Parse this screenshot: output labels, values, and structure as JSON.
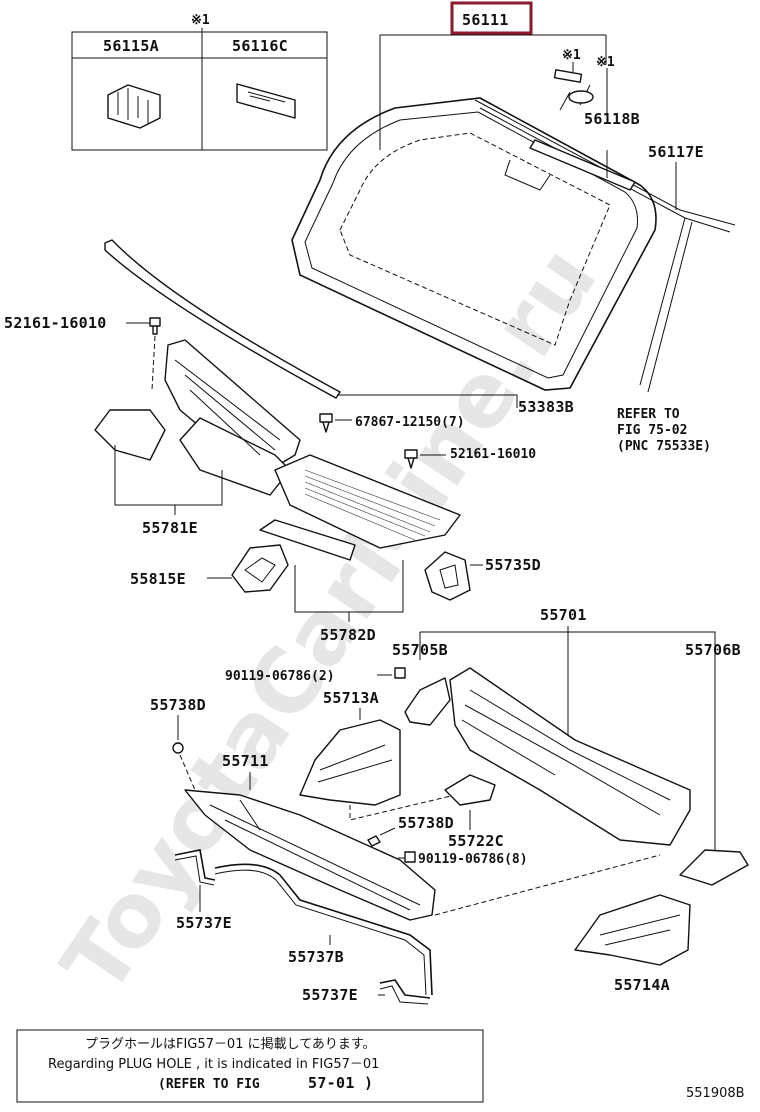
{
  "watermark": "ToyotaCarMine.ru",
  "header_part": {
    "number": "56111",
    "highlight_color": "#8b1a2e"
  },
  "legend_box": {
    "mark": "※1",
    "items": [
      "56115A",
      "56116C"
    ]
  },
  "marks": {
    "m1": "※1",
    "m2": "※1"
  },
  "labels": {
    "p56118B": "56118B",
    "p56117E": "56117E",
    "p52161_a": "52161-16010",
    "p53383B": "53383B",
    "p67867": "67867-12150(7)",
    "p52161_b": "52161-16010",
    "refer1": "REFER TO",
    "refer2": "FIG 75-02",
    "refer3": "(PNC 75533E)",
    "p55781E": "55781E",
    "p55815E": "55815E",
    "p55735D": "55735D",
    "p55782D": "55782D",
    "p55701": "55701",
    "p55705B": "55705B",
    "p55706B": "55706B",
    "p90119_a": "90119-06786(2)",
    "p55713A": "55713A",
    "p55738D_a": "55738D",
    "p55711": "55711",
    "p55738D_b": "55738D",
    "p55722C": "55722C",
    "p90119_b": "90119-06786(8)",
    "p55737E_a": "55737E",
    "p55737B": "55737B",
    "p55737E_b": "55737E",
    "p55714A": "55714A"
  },
  "note": {
    "line1": "プラグホールはFIG57－01 に掲載してあります。",
    "line2": "Regarding PLUG HOLE , it is indicated in FIG57－01",
    "line3a": "(REFER TO FIG",
    "line3b": "57-01 )"
  },
  "figure_code": "551908B"
}
